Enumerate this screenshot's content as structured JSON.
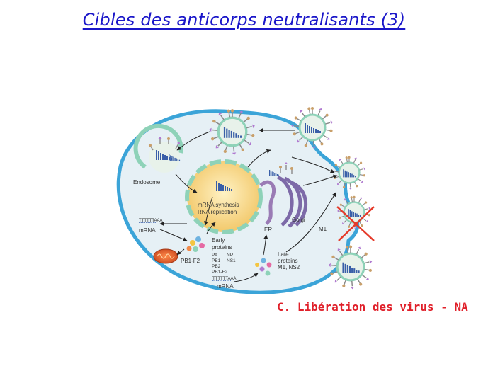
{
  "slide": {
    "title": "Cibles des anticorps neutralisants (3)",
    "caption": "C. Libération des virus - NA"
  },
  "labels": {
    "endosome": "Endosome",
    "nucleus_line1": "mRNA synthesis",
    "nucleus_line2": "RNA replication",
    "mrna_aaa": "TTTTTTAAA",
    "mrna_left": "mRNA",
    "early_line1": "Early",
    "early_line2": "proteins",
    "pa": "PA",
    "np": "NP",
    "pb1": "PB1",
    "ns1": "NS1",
    "pb2": "PB2",
    "pb1f2_list": "PB1-F2",
    "pb1f2_mito": "PB1-F2",
    "mrna_bottom": "mRNA",
    "late_line1": "Late",
    "late_line2": "proteins",
    "late_line3": "M1, NS2",
    "er": "ER",
    "golgi": "Golgi",
    "m1": "M1"
  },
  "colors": {
    "title": "#1a16c9",
    "caption": "#e0202a",
    "membrane": "#3ba4d8",
    "cytoplasm": "#e6f0f5",
    "nucleus": "#f7d98a",
    "envelope": "#8ed2b8",
    "rna": "#3a5fa8",
    "cross": "#e53a2a"
  },
  "icons": [
    "virus-particle-icon",
    "red-cross-icon",
    "mitochondrion-icon",
    "golgi-icon",
    "ribosome-icon"
  ]
}
